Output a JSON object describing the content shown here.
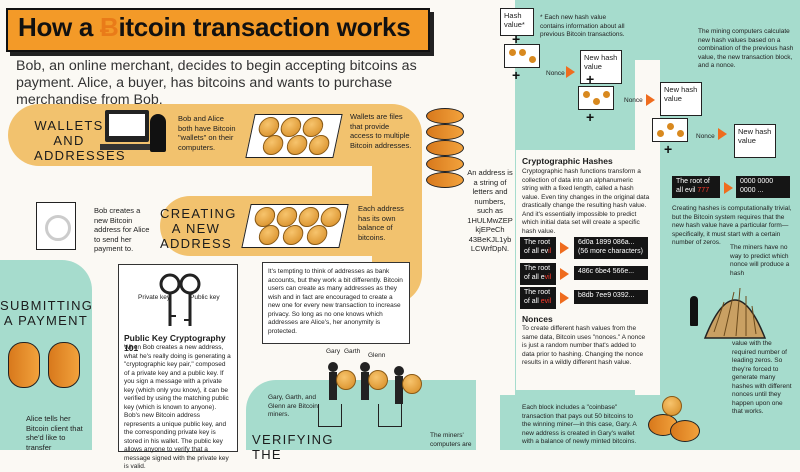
{
  "header": {
    "title_pre": "How a ",
    "title_btc": "Ƀ",
    "title_post": "itcoin transaction works",
    "intro": "Bob, an online merchant, decides to begin accepting bitcoins as payment. Alice, a buyer, has bitcoins and wants to purchase merchandise from Bob."
  },
  "wallets": {
    "label": "WALLETS AND ADDRESSES",
    "bob_alice_text": "Bob and Alice both have Bitcoin \"wallets\" on their computers.",
    "files_text": "Wallets are files that provide access to multiple Bitcoin addresses.",
    "address_text": "An address is a string of letters and numbers, such as 1HULMwZEP kjEPeCh 43BeKJL1yb LCWrfDpN.",
    "each_address_text": "Each address has its own balance of bitcoins."
  },
  "new_address": {
    "label": "CREATING A NEW ADDRESS",
    "bob_text": "Bob creates a new Bitcoin address for Alice to send her payment to."
  },
  "submitting": {
    "label": "SUBMITTING A PAYMENT",
    "alice_text": "Alice tells her Bitcoin client that she'd like to transfer"
  },
  "verifying": {
    "label": "VERIFYING THE"
  },
  "pkc": {
    "private_key": "Private key",
    "public_key": "Public key",
    "heading": "Public Key Cryptography 101",
    "body": "When Bob creates a new address, what he's really doing is generating a \"cryptographic key pair,\" composed of a private key and a public key. If you sign a message with a private key (which only you know), it can be verified by using the matching public key (which is known to anyone). Bob's new Bitcoin address represents a unique public key, and the corresponding private key is stored in his wallet. The public key allows anyone to verify that a message signed with the private key is valid."
  },
  "anonymity": {
    "body": "It's tempting to think of addresses as bank accounts, but they work a bit differently. Bitcoin users can create as many addresses as they wish and in fact are encouraged to create a new one for every new transaction to increase privacy. So long as no one knows which addresses are Alice's, her anonymity is protected."
  },
  "miners": {
    "names": [
      "Gary",
      "Garth",
      "Glenn"
    ],
    "text": "Gary, Garth, and Glenn are Bitcoin miners.",
    "computers_text": "The miners' computers are",
    "bottom_text": "Each block includes a \"coinbase\" transaction that pays out 50 bitcoins to the winning miner—in this case, Gary. A new address is created in Gary's wallet with a balance of newly minted bitcoins."
  },
  "hashing": {
    "hash_value_label": "Hash value*",
    "note": "* Each new hash value contains information about all previous Bitcoin transactions.",
    "nonce_label": "Nonce",
    "new_hash_label": "New hash value",
    "mining_text": "The mining computers calculate new hash values based on a combination of the previous hash value, the new transaction block, and a nonce.",
    "crypto_heading": "Cryptographic Hashes",
    "crypto_body": "Cryptographic hash functions transform a collection of data into an alphanumeric string with a fixed length, called a hash value. Even tiny changes in the original data drastically change the resulting hash value. And it's essentially impossible to predict which initial data set will create a specific hash value.",
    "examples": [
      {
        "text_pre": "The root of all ev",
        "text_red": "il",
        "hash": "6d0a 1899 086a... (56 more characters)"
      },
      {
        "text_pre": "The root of all e",
        "text_red": "vil",
        "hash": "486c 6be4 566e..."
      },
      {
        "text_pre": "The root of all ",
        "text_red": "evil",
        "hash": "b8db 7ee9 0392..."
      }
    ],
    "nonces_heading": "Nonces",
    "nonces_body": "To create different hash values from the same data, Bitcoin uses \"nonces.\" A nonce is just a random number that's added to data prior to hashing. Changing the nonce results in a wildly different hash value.",
    "zero_box_pre": "The root of all evil",
    "zero_box_red": "777",
    "zero_box_hash": "0000 0000 0000 ...",
    "zeros_text": "Creating hashes is computationally trivial, but the Bitcoin system requires that the new hash value have a particular form—specifically, it must start with a certain number of zeros.",
    "miners_predict_text": "The miners have no way to predict which nonce will produce a hash",
    "value_text": "value with the required number of leading zeros. So they're forced to generate many hashes with different nonces until they happen upon one that works."
  },
  "colors": {
    "orange": "#f39a28",
    "tan": "#f2c26e",
    "teal": "#a6dccd",
    "red_accent": "#ff3a2b"
  }
}
